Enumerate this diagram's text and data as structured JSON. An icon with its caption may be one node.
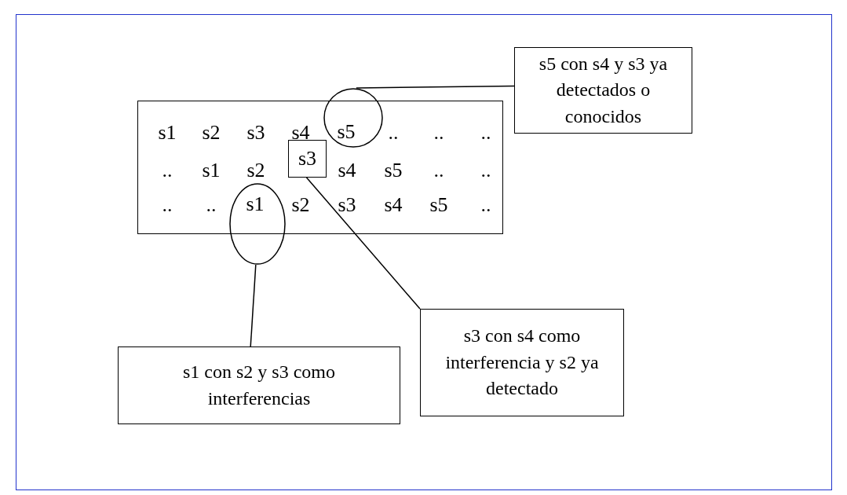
{
  "diagram": {
    "nodes": [
      {
        "text": [],
        "shape": "box"
      },
      {
        "text": [
          "s5"
        ]
      },
      {
        "text": [
          "s3"
        ],
        "in": 0
      },
      {
        "text": [
          "s1"
        ]
      },
      {
        "text": [
          "s5 con s4 y s3 ya detectados o conocidos"
        ]
      },
      {
        "text": [
          "s3 con s4 como interferencia y s2 ya detectado"
        ]
      },
      {
        "text": [
          "s1 con s2 y s3 como interferencias"
        ]
      }
    ],
    "edges": [
      {
        "from": 4,
        "to": 1,
        "arrow": "none"
      },
      {
        "from": 5,
        "to": 2,
        "arrow": "none"
      },
      {
        "from": 6,
        "to": 3,
        "arrow": "none"
      }
    ],
    "labels": [
      "s1",
      "s2",
      "s3",
      "s4",
      "..",
      "..",
      "..",
      "..",
      "s1",
      "s2",
      "s4",
      "s5",
      "..",
      "..",
      "..",
      "..",
      "s2",
      "s3",
      "s4",
      "s5",
      ".."
    ]
  }
}
